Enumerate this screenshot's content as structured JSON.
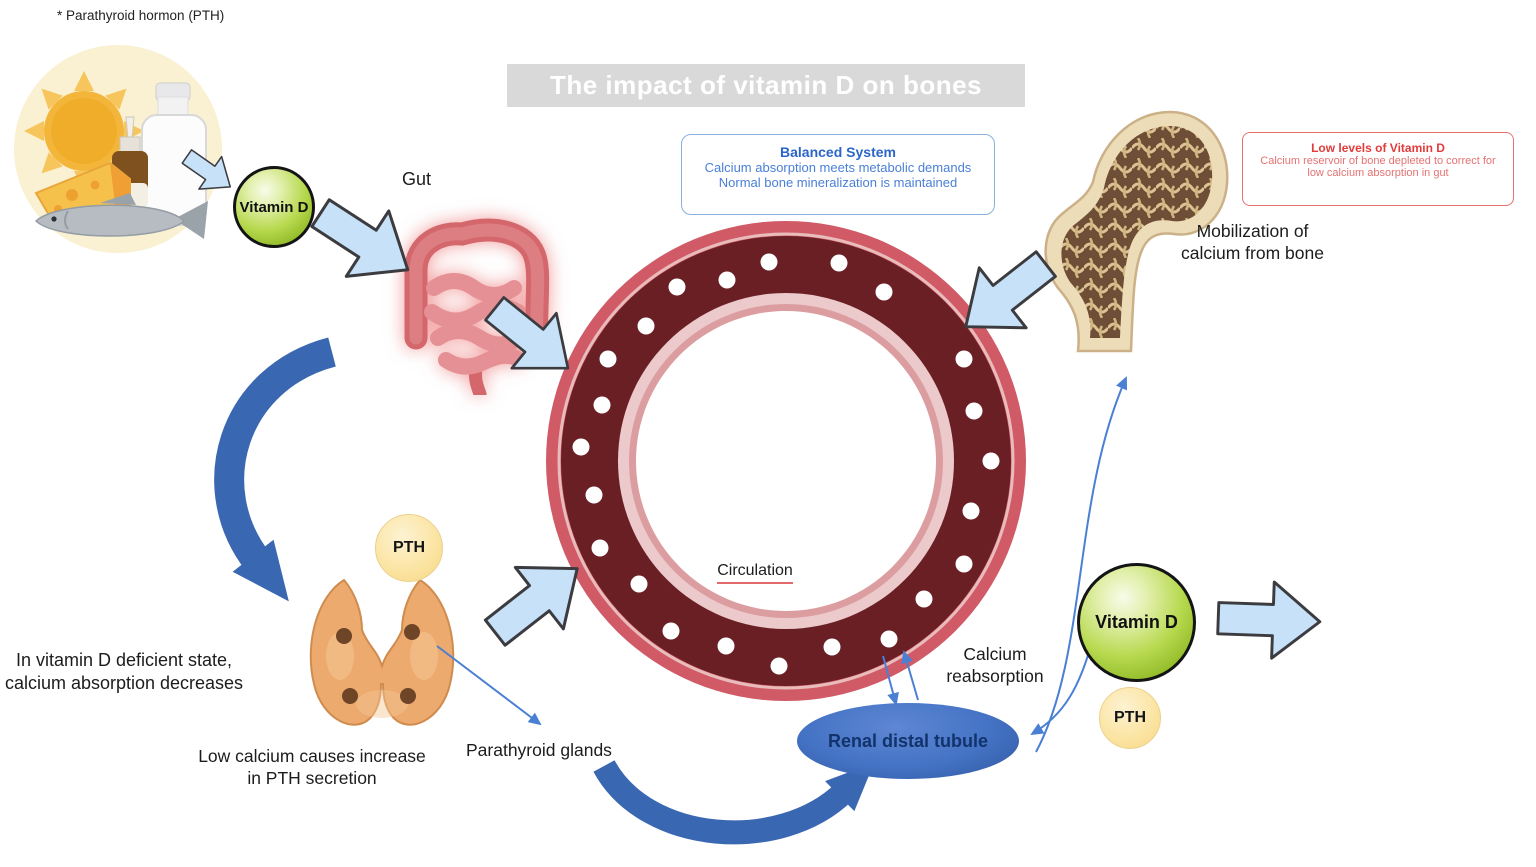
{
  "footnote": "* Parathyroid hormon (PTH)",
  "title": "The impact of vitamin D on bones",
  "boxes": {
    "balanced": {
      "title": "Balanced System",
      "line1": "Calcium absorption meets metabolic demands",
      "line2": "Normal bone mineralization is maintained"
    },
    "low_vitamin_d": {
      "title": "Low levels of Vitamin D",
      "line1": "Calcium reservoir of bone depleted to correct for",
      "line2": "low calcium absorption in gut"
    }
  },
  "labels": {
    "gut": "Gut",
    "vitamin_d": "Vitamin D",
    "pth": "PTH",
    "circulation": "Circulation",
    "mobilization_line1": "Mobilization of",
    "mobilization_line2": "calcium from bone",
    "deficient_line1": "In vitamin D deficient state,",
    "deficient_line2": "calcium absorption decreases",
    "low_calcium_line1": "Low calcium causes increase",
    "low_calcium_line2": "in PTH secretion",
    "parathyroid_glands": "Parathyroid glands",
    "calcium_reabsorption_line1": "Calcium",
    "calcium_reabsorption_line2": "reabsorption",
    "renal_distal_tubule": "Renal distal tubule"
  },
  "colors": {
    "title_bg": "#d9d9d9",
    "title_text": "#ffffff",
    "ring_outer_red": "#d05a66",
    "ring_maroon": "#6a1f25",
    "ring_inner_lining": "#ecc9ca",
    "block_arrow_fill": "#c7e1f8",
    "curved_arrow_blue": "#3a67b1",
    "thin_arrow_blue": "#4a7fd4",
    "vitamin_d_green": "#9ecb2d",
    "pth_yellow": "#fbe4a1",
    "renal_blue": "#4472c4",
    "renal_text": "#12336b",
    "balanced_box_blue": "#2a66c8",
    "low_box_red": "#e03c3c"
  }
}
